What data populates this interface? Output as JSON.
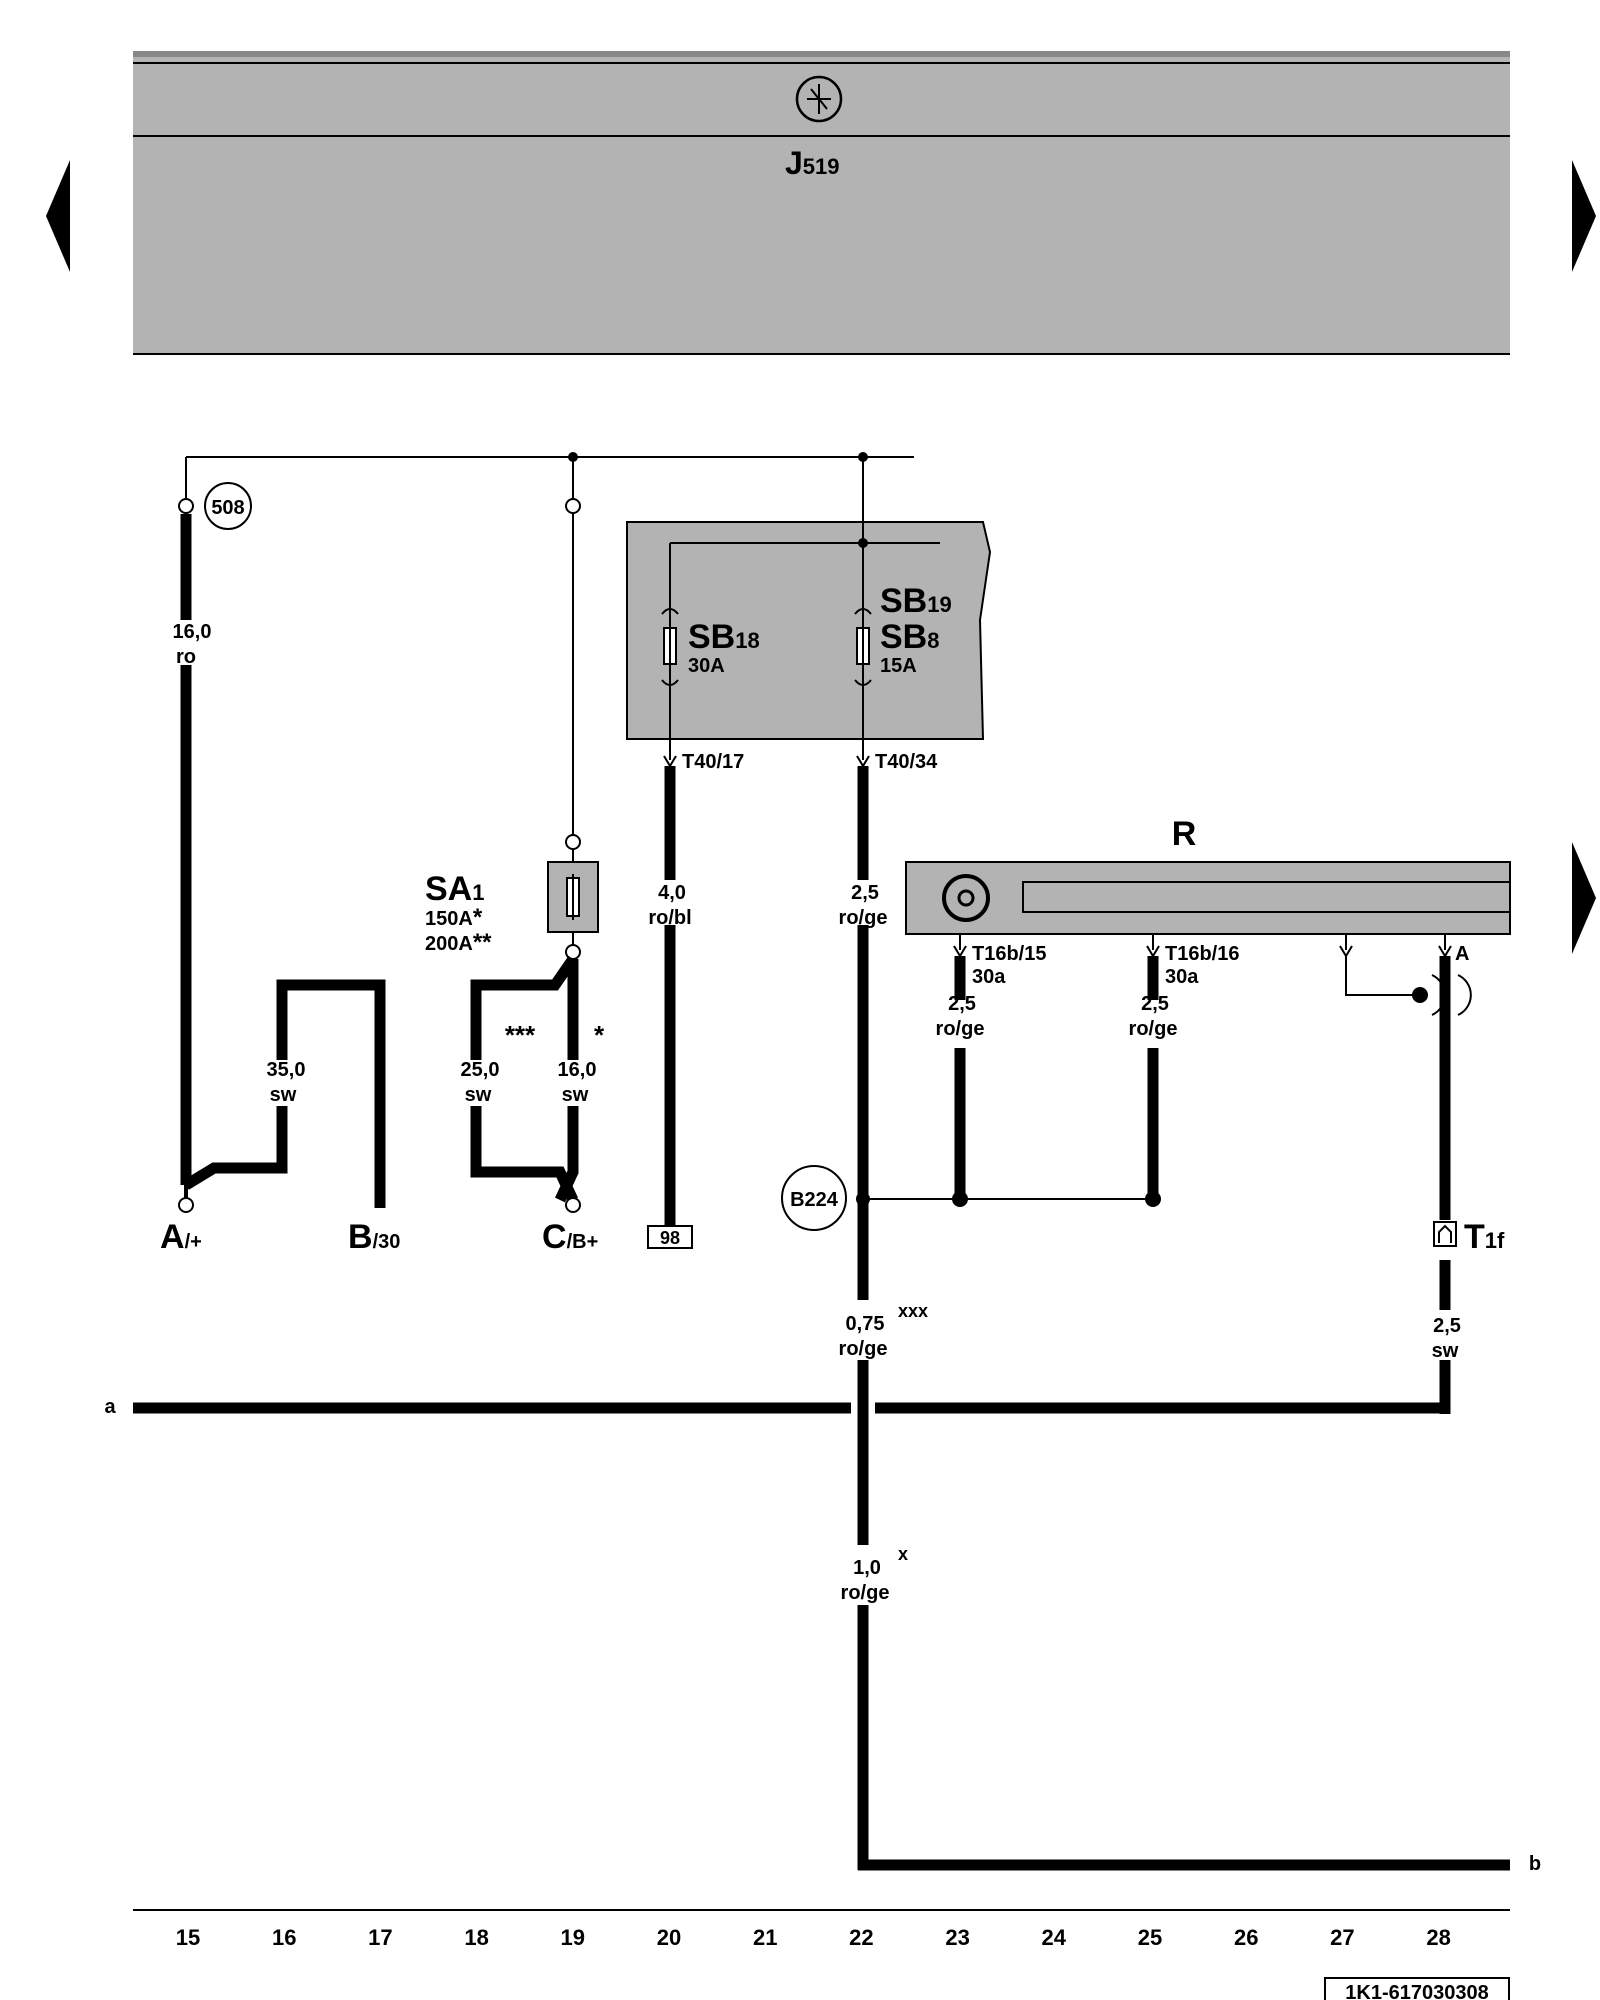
{
  "control_unit": {
    "name": "J",
    "sub": "519"
  },
  "supply_wires": {
    "w508_label": "508",
    "w16_size": "16,0",
    "w16_color": "ro",
    "w35_size": "35,0",
    "w35_color": "sw",
    "w25_size": "25,0",
    "w25_color": "sw",
    "w25_note": "***",
    "w16b_size": "16,0",
    "w16b_color": "sw",
    "w16b_note": "*",
    "w40_size": "4,0",
    "w40_color": "ro/bl",
    "w25b_size": "2,5",
    "w25b_color": "ro/ge"
  },
  "fuse_block": {
    "sb18_name": "SB",
    "sb18_sub": "18",
    "sb18_rating": "30A",
    "sb19_name": "SB",
    "sb19_sub": "19",
    "sb8_name": "SB",
    "sb8_sub": "8",
    "sb8_rating": "15A",
    "pin_t40_17": "T40/17",
    "pin_t40_34": "T40/34"
  },
  "main_fuse": {
    "name": "SA",
    "sub": "1",
    "rating1": "150A",
    "rating1_mark": "*",
    "rating2": "200A",
    "rating2_mark": "**"
  },
  "terminals": {
    "a_name": "A",
    "a_sub": "/+",
    "b_name": "B",
    "b_sub": "/30",
    "c_name": "C",
    "c_sub": "/B+",
    "ref_98": "98"
  },
  "radio": {
    "name": "R",
    "pin1": "T16b/15",
    "pin1_term": "30a",
    "pin2": "T16b/16",
    "pin2_term": "30a",
    "pin_a": "A",
    "conn_name": "T",
    "conn_sub": "1f"
  },
  "radio_wires": {
    "w1_size": "2,5",
    "w1_color": "ro/ge",
    "w2_size": "2,5",
    "w2_color": "ro/ge",
    "wa_size": "2,5",
    "wa_color": "sw"
  },
  "ground_point": "B224",
  "lower_wires": {
    "w075_size": "0,75",
    "w075_color": "ro/ge",
    "w075_note": "xxx",
    "w10_size": "1,0",
    "w10_color": "ro/ge",
    "w10_note": "x"
  },
  "line_refs": {
    "a": "a",
    "b": "b"
  },
  "grid_numbers": [
    "15",
    "16",
    "17",
    "18",
    "19",
    "20",
    "21",
    "22",
    "23",
    "24",
    "25",
    "26",
    "27",
    "28"
  ],
  "diagram_id": "1K1-617030308"
}
